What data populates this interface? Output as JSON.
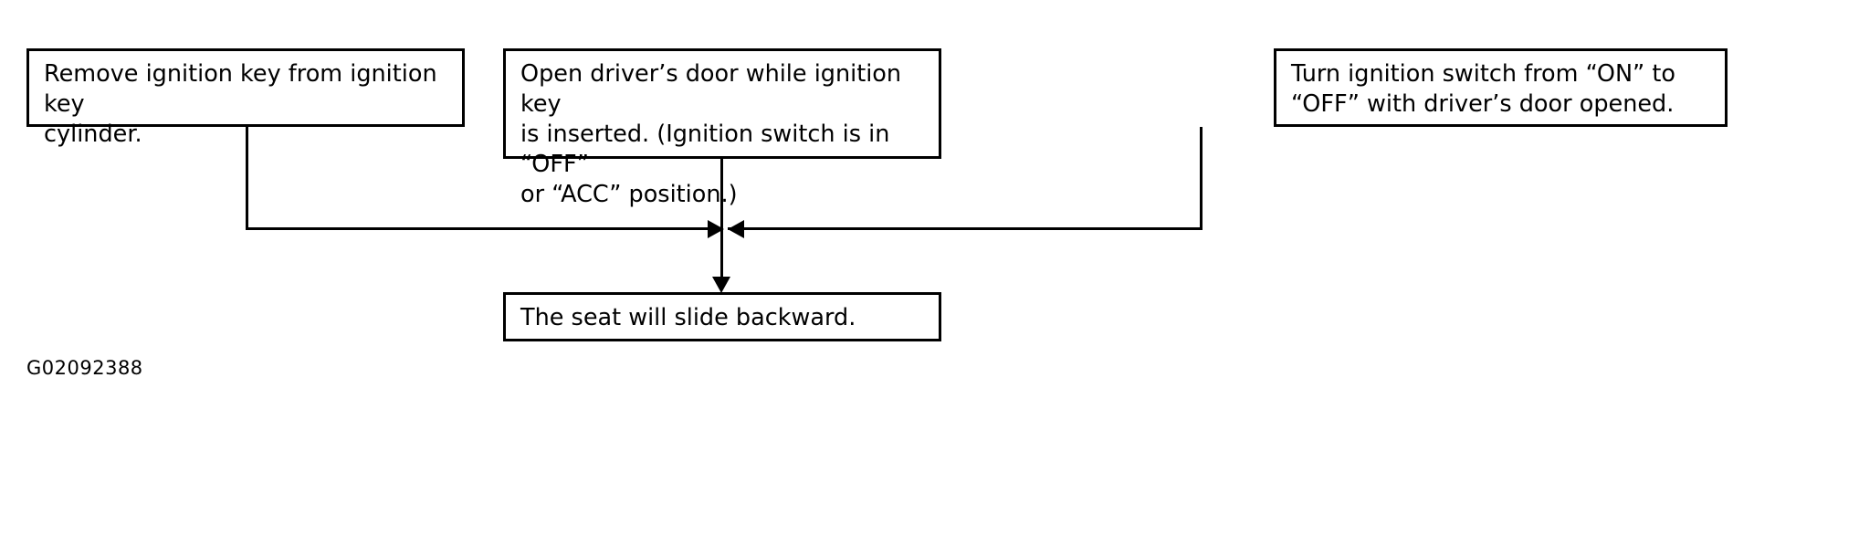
{
  "figure": {
    "id_label": "G02092388"
  },
  "diagram": {
    "type": "flowchart",
    "nodes": [
      {
        "key": "remove-key",
        "text": "Remove ignition key from ignition key\ncylinder."
      },
      {
        "key": "open-door",
        "text": "Open driver’s door while ignition key\nis inserted. (Ignition switch is in “OFF”\nor “ACC” position.)"
      },
      {
        "key": "turn-switch",
        "text": "Turn ignition switch from “ON” to\n“OFF” with driver’s door opened."
      },
      {
        "key": "seat-slide",
        "text": "The seat will slide backward."
      }
    ],
    "edges": [
      {
        "from": "remove-key",
        "to": "seat-slide",
        "arrow": "right-then-down"
      },
      {
        "from": "open-door",
        "to": "seat-slide",
        "arrow": "down"
      },
      {
        "from": "turn-switch",
        "to": "seat-slide",
        "arrow": "left-then-down"
      }
    ],
    "colors": {
      "stroke": "#000000",
      "fill": "#ffffff",
      "text": "#000000"
    }
  }
}
